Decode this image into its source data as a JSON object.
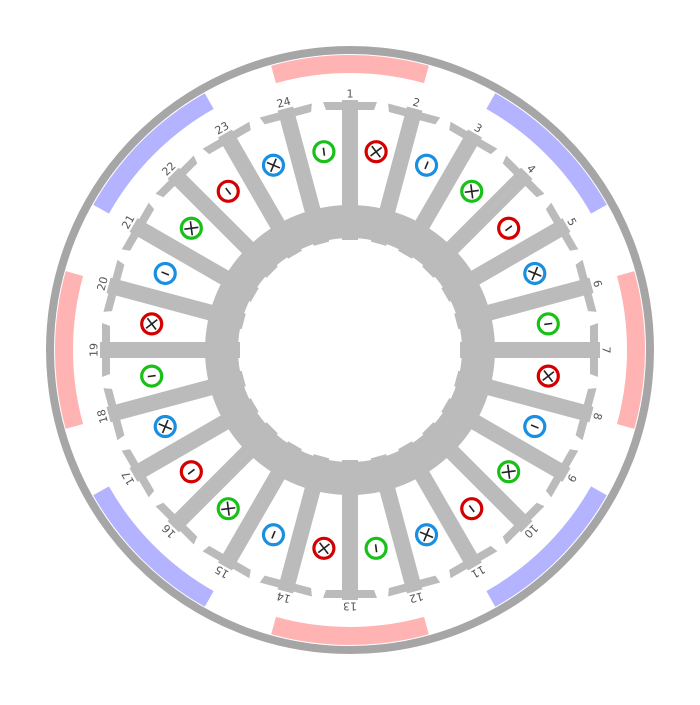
{
  "colors": {
    "background": "#ffffff",
    "stator_core": "#bbbbbb",
    "outer_ring": "#a6a6a6",
    "magnet_north": "#ffb3b3",
    "magnet_south": "#b3b3ff",
    "phase_red": "#d40000",
    "phase_blue": "#1a8ee0",
    "phase_green": "#18c018",
    "label_text": "#555555"
  },
  "motor": {
    "slot_count": 24,
    "magnet_pole_count": 8,
    "magnets": [
      {
        "polarity": "N",
        "color": "pink"
      },
      {
        "polarity": "S",
        "color": "blue"
      },
      {
        "polarity": "N",
        "color": "pink"
      },
      {
        "polarity": "S",
        "color": "blue"
      },
      {
        "polarity": "N",
        "color": "pink"
      },
      {
        "polarity": "S",
        "color": "blue"
      },
      {
        "polarity": "N",
        "color": "pink"
      },
      {
        "polarity": "S",
        "color": "blue"
      }
    ],
    "teeth": [
      {
        "label": "1"
      },
      {
        "label": "2"
      },
      {
        "label": "3"
      },
      {
        "label": "4"
      },
      {
        "label": "5"
      },
      {
        "label": "6"
      },
      {
        "label": "7"
      },
      {
        "label": "8"
      },
      {
        "label": "9"
      },
      {
        "label": "10"
      },
      {
        "label": "11"
      },
      {
        "label": "12"
      },
      {
        "label": "13"
      },
      {
        "label": "14"
      },
      {
        "label": "15"
      },
      {
        "label": "16"
      },
      {
        "label": "17"
      },
      {
        "label": "18"
      },
      {
        "label": "19"
      },
      {
        "label": "20"
      },
      {
        "label": "21"
      },
      {
        "label": "22"
      },
      {
        "label": "23"
      },
      {
        "label": "24"
      }
    ],
    "windings": [
      {
        "phase": "red",
        "dir": "+"
      },
      {
        "phase": "blue",
        "dir": "-"
      },
      {
        "phase": "green",
        "dir": "+"
      },
      {
        "phase": "red",
        "dir": "-"
      },
      {
        "phase": "blue",
        "dir": "+"
      },
      {
        "phase": "green",
        "dir": "-"
      },
      {
        "phase": "red",
        "dir": "+"
      },
      {
        "phase": "blue",
        "dir": "-"
      },
      {
        "phase": "green",
        "dir": "+"
      },
      {
        "phase": "red",
        "dir": "-"
      },
      {
        "phase": "blue",
        "dir": "+"
      },
      {
        "phase": "green",
        "dir": "-"
      },
      {
        "phase": "red",
        "dir": "+"
      },
      {
        "phase": "blue",
        "dir": "-"
      },
      {
        "phase": "green",
        "dir": "+"
      },
      {
        "phase": "red",
        "dir": "-"
      },
      {
        "phase": "blue",
        "dir": "+"
      },
      {
        "phase": "green",
        "dir": "-"
      },
      {
        "phase": "red",
        "dir": "+"
      },
      {
        "phase": "blue",
        "dir": "-"
      },
      {
        "phase": "green",
        "dir": "+"
      },
      {
        "phase": "red",
        "dir": "-"
      },
      {
        "phase": "blue",
        "dir": "+"
      },
      {
        "phase": "green",
        "dir": "-"
      }
    ]
  }
}
